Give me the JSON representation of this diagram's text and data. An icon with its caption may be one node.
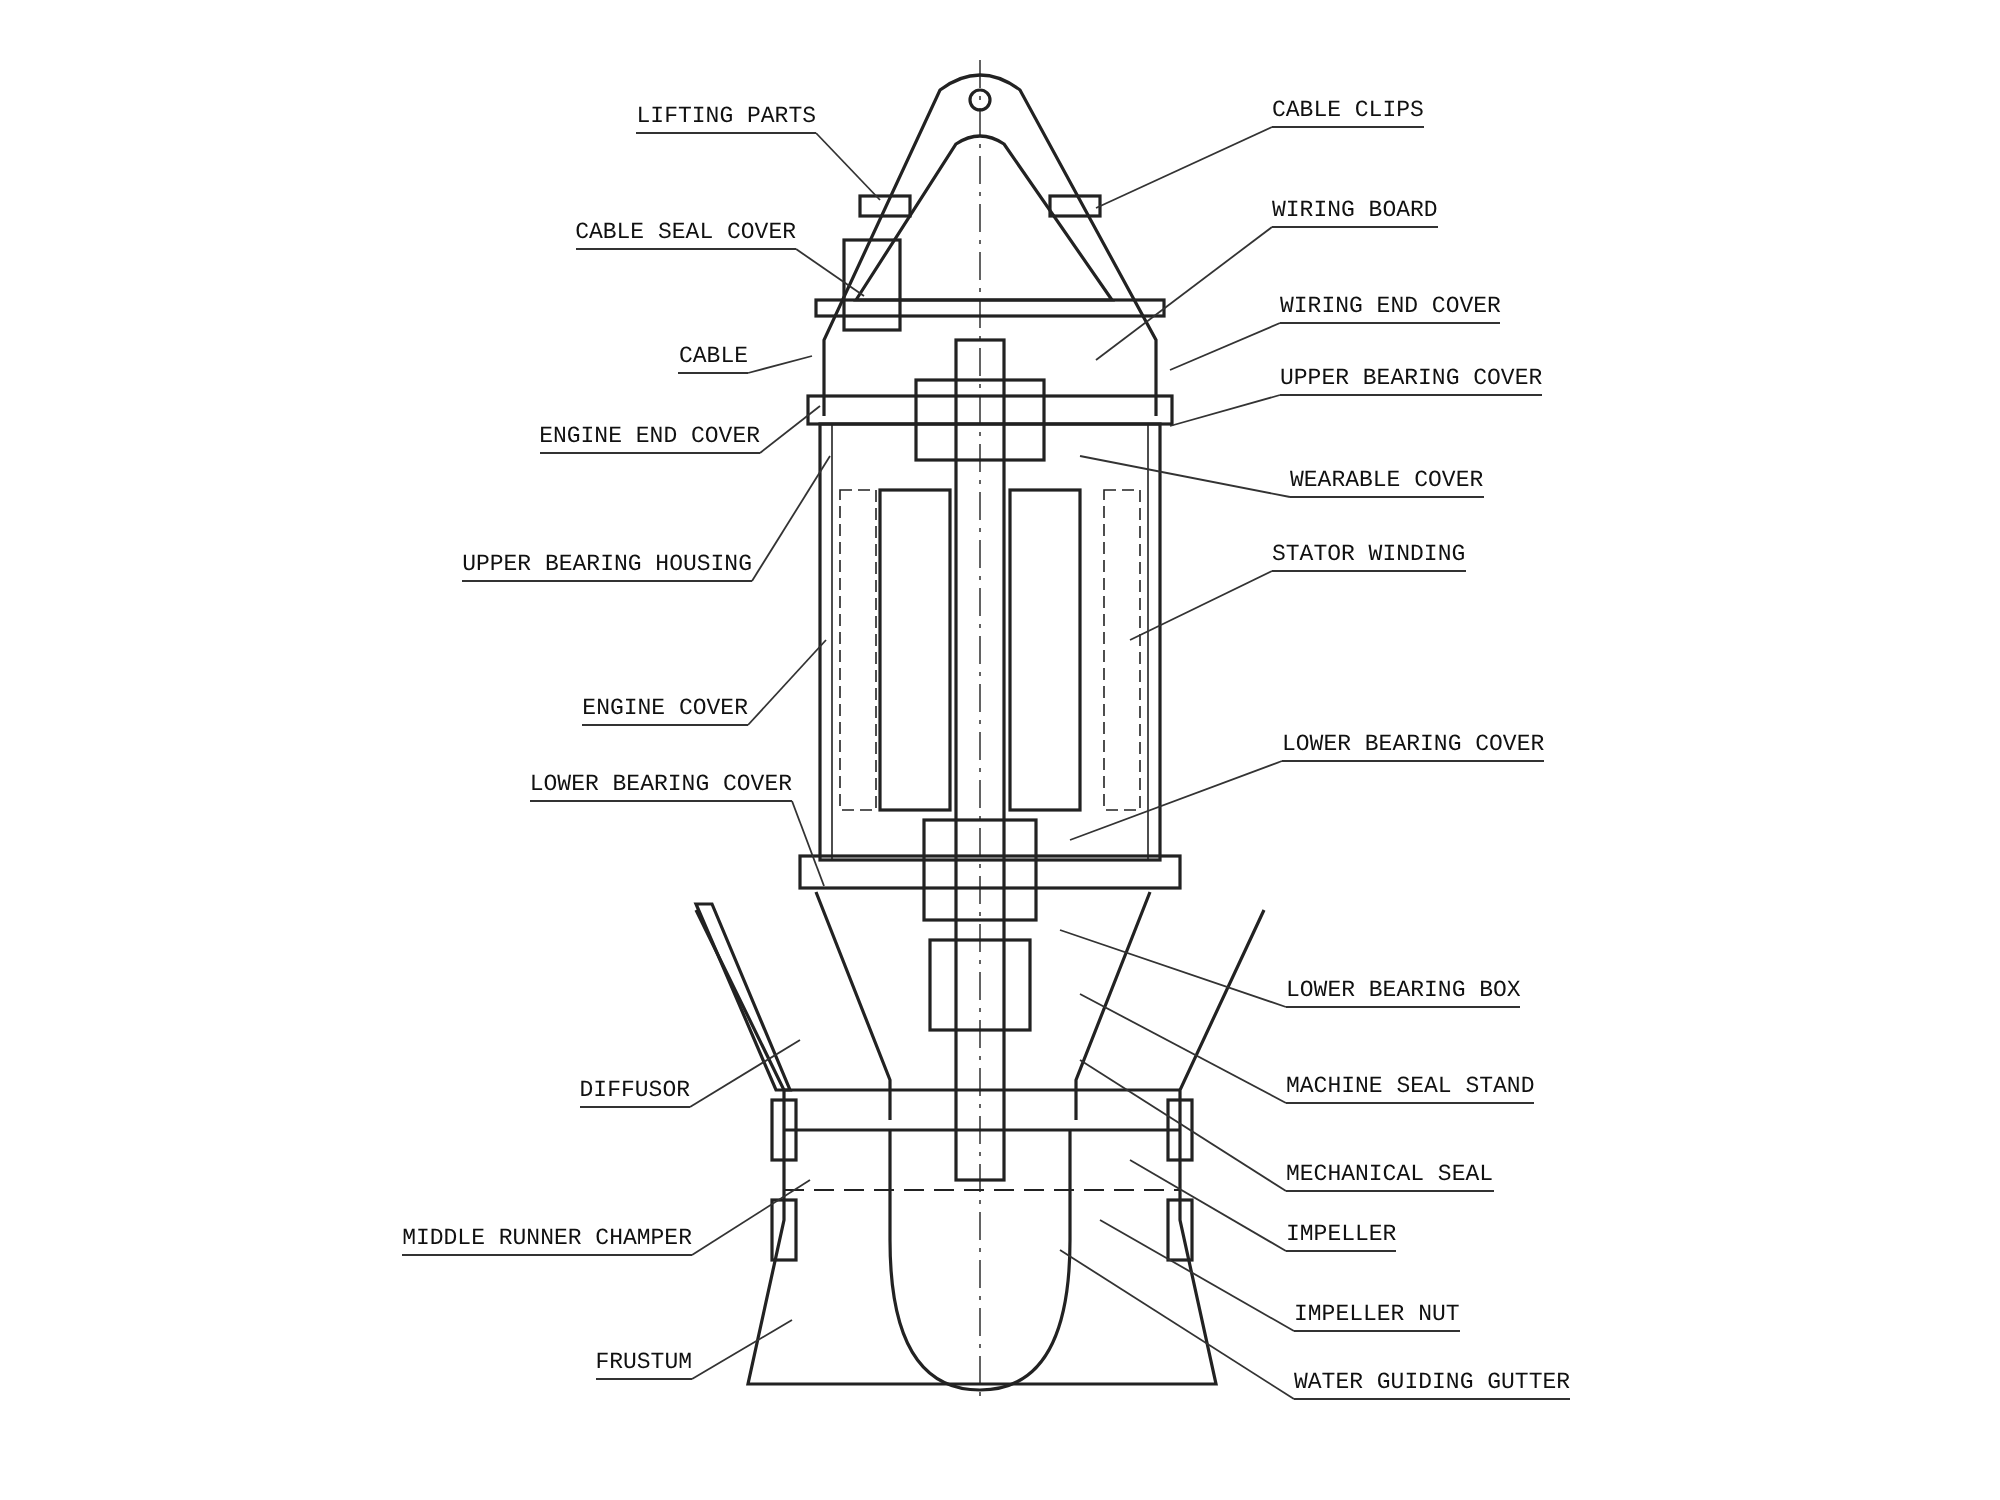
{
  "diagram": {
    "nodes": [
      {
        "text": [
          "LIFTING PARTS"
        ]
      },
      {
        "text": [
          "CABLE SEAL COVER"
        ]
      },
      {
        "text": [
          "CABLE"
        ]
      },
      {
        "text": [
          "ENGINE END COVER"
        ]
      },
      {
        "text": [
          "UPPER BEARING HOUSING"
        ]
      },
      {
        "text": [
          "ENGINE COVER"
        ]
      },
      {
        "text": [
          "LOWER BEARING COVER"
        ]
      },
      {
        "text": [
          "DIFFUSOR"
        ]
      },
      {
        "text": [
          "MIDDLE RUNNER CHAMPER"
        ]
      },
      {
        "text": [
          "FRUSTUM"
        ]
      },
      {
        "text": [
          "CABLE CLIPS"
        ]
      },
      {
        "text": [
          "WIRING BOARD"
        ]
      },
      {
        "text": [
          "WIRING END COVER"
        ]
      },
      {
        "text": [
          "UPPER BEARING COVER"
        ]
      },
      {
        "text": [
          "WEARABLE COVER"
        ]
      },
      {
        "text": [
          "STATOR WINDING"
        ]
      },
      {
        "text": [
          "LOWER BEARING COVER"
        ]
      },
      {
        "text": [
          "LOWER BEARING BOX"
        ]
      },
      {
        "text": [
          "MACHINE SEAL STAND"
        ]
      },
      {
        "text": [
          "MECHANICAL SEAL"
        ]
      },
      {
        "text": [
          "IMPELLER"
        ]
      },
      {
        "text": [
          "IMPELLER NUT"
        ]
      },
      {
        "text": [
          "WATER GUIDING GUTTER"
        ]
      }
    ],
    "edges": [
      {
        "from": 0,
        "to": null,
        "arrow": "none"
      },
      {
        "from": 1,
        "to": null,
        "arrow": "none"
      },
      {
        "from": 2,
        "to": null,
        "arrow": "none"
      },
      {
        "from": 3,
        "to": null,
        "arrow": "none"
      },
      {
        "from": 4,
        "to": null,
        "arrow": "none"
      },
      {
        "from": 5,
        "to": null,
        "arrow": "none"
      },
      {
        "from": 6,
        "to": null,
        "arrow": "none"
      },
      {
        "from": 7,
        "to": null,
        "arrow": "none"
      },
      {
        "from": 8,
        "to": null,
        "arrow": "none"
      },
      {
        "from": 9,
        "to": null,
        "arrow": "none"
      },
      {
        "from": 10,
        "to": null,
        "arrow": "none"
      },
      {
        "from": 11,
        "to": null,
        "arrow": "none"
      },
      {
        "from": 12,
        "to": null,
        "arrow": "none"
      },
      {
        "from": 13,
        "to": null,
        "arrow": "none"
      },
      {
        "from": 14,
        "to": null,
        "arrow": "none"
      },
      {
        "from": 15,
        "to": null,
        "arrow": "none"
      },
      {
        "from": 16,
        "to": null,
        "arrow": "none"
      },
      {
        "from": 17,
        "to": null,
        "arrow": "none"
      },
      {
        "from": 18,
        "to": null,
        "arrow": "none"
      },
      {
        "from": 19,
        "to": null,
        "arrow": "none"
      },
      {
        "from": 20,
        "to": null,
        "arrow": "none"
      },
      {
        "from": 21,
        "to": null,
        "arrow": "none"
      },
      {
        "from": 22,
        "to": null,
        "arrow": "none"
      }
    ]
  }
}
